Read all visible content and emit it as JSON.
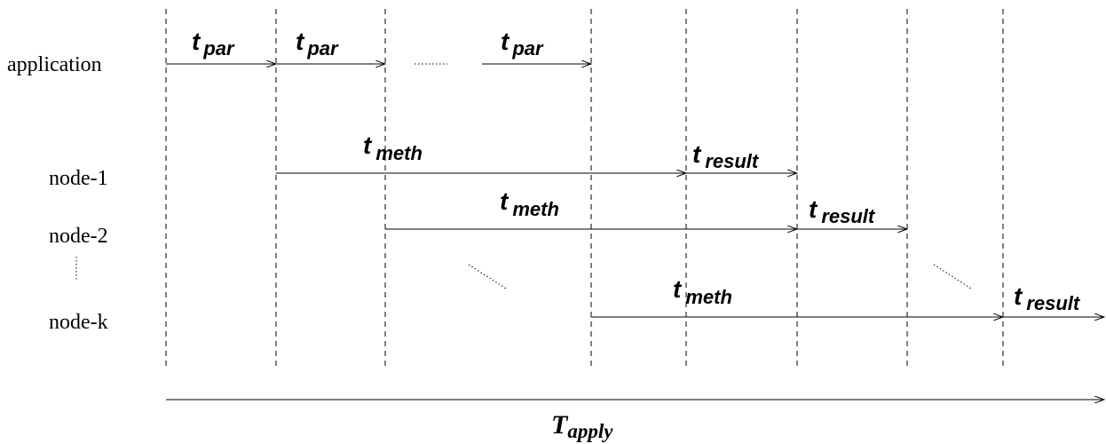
{
  "rows": {
    "application": "application",
    "node1": "node-1",
    "node2": "node-2",
    "nodek": "node-k"
  },
  "labels": {
    "t": "t",
    "par": "par",
    "meth": "meth",
    "result": "result",
    "T": "T",
    "apply": "apply"
  }
}
